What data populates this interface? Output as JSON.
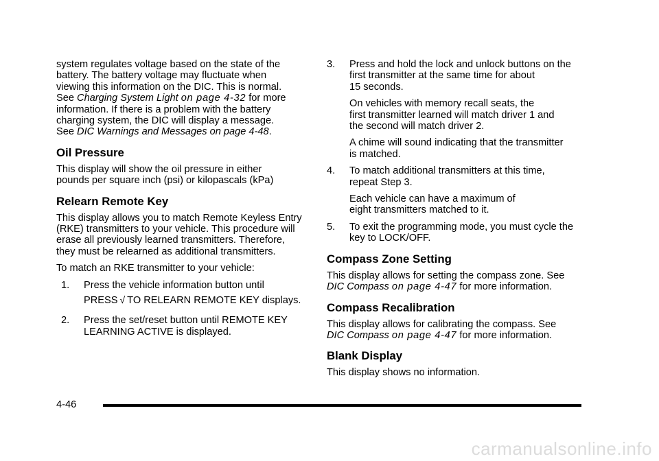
{
  "left": {
    "intro": {
      "l1": "system regulates voltage based on the state of the",
      "l2": "battery. The battery voltage may fluctuate when",
      "l3": "viewing this information on the DIC. This is normal.",
      "see1_pre": "See ",
      "see1_ref": "Charging System Light",
      "see1_page": "on page 4-32",
      "see1_post": " for more",
      "l5": "information. If there is a problem with the battery",
      "l6": "charging system, the DIC will display a message.",
      "see2_pre": "See ",
      "see2_ref": "DIC Warnings and Messages on page 4-48",
      "see2_post": "."
    },
    "oil": {
      "heading": "Oil Pressure",
      "l1": "This display will show the oil pressure in either",
      "l2": "pounds per square inch (psi) or kilopascals (kPa)"
    },
    "relearn": {
      "heading": "Relearn Remote Key",
      "p1_l1": "This display allows you to match Remote Keyless Entry",
      "p1_l2": "(RKE) transmitters to your vehicle. This procedure will",
      "p1_l3": "erase all previously learned transmitters. Therefore,",
      "p1_l4": "they must be relearned as additional transmitters.",
      "p2": "To match an RKE transmitter to your vehicle:",
      "step1_num": "1.",
      "step1_l1": "Press the vehicle information button until",
      "step1_l2_pre": "PRESS",
      "step1_check": "√",
      "step1_l2_post": "TO RELEARN REMOTE KEY displays.",
      "step2_num": "2.",
      "step2_l1": "Press the set/reset button until REMOTE KEY",
      "step2_l2": "LEARNING ACTIVE is displayed."
    }
  },
  "right": {
    "step3": {
      "num": "3.",
      "l1": "Press and hold the lock and unlock buttons on the",
      "l2": "first transmitter at the same time for about",
      "l3": "15 seconds.",
      "p2_l1": "On vehicles with memory recall seats, the",
      "p2_l2": "first transmitter learned will match driver 1 and",
      "p2_l3": "the second will match driver 2.",
      "p3_l1": "A chime will sound indicating that the transmitter",
      "p3_l2": "is matched."
    },
    "step4": {
      "num": "4.",
      "l1": "To match additional transmitters at this time,",
      "l2": "repeat Step 3.",
      "p2_l1": "Each vehicle can have a maximum of",
      "p2_l2": "eight transmitters matched to it."
    },
    "step5": {
      "num": "5.",
      "l1": "To exit the programming mode, you must cycle the",
      "l2": "key to LOCK/OFF."
    },
    "compass_zone": {
      "heading": "Compass Zone Setting",
      "l1": "This display allows for setting the compass zone. See",
      "ref": "DIC Compass",
      "ref_page": "on page 4-47",
      "post": " for more information."
    },
    "compass_recal": {
      "heading": "Compass Recalibration",
      "l1": "This display allows for calibrating the compass. See",
      "ref": "DIC Compass",
      "ref_page": "on page 4-47",
      "post": " for more information."
    },
    "blank": {
      "heading": "Blank Display",
      "l1": "This display shows no information."
    }
  },
  "footer": {
    "page_number": "4-46",
    "watermark": "carmanualsonline.info"
  }
}
